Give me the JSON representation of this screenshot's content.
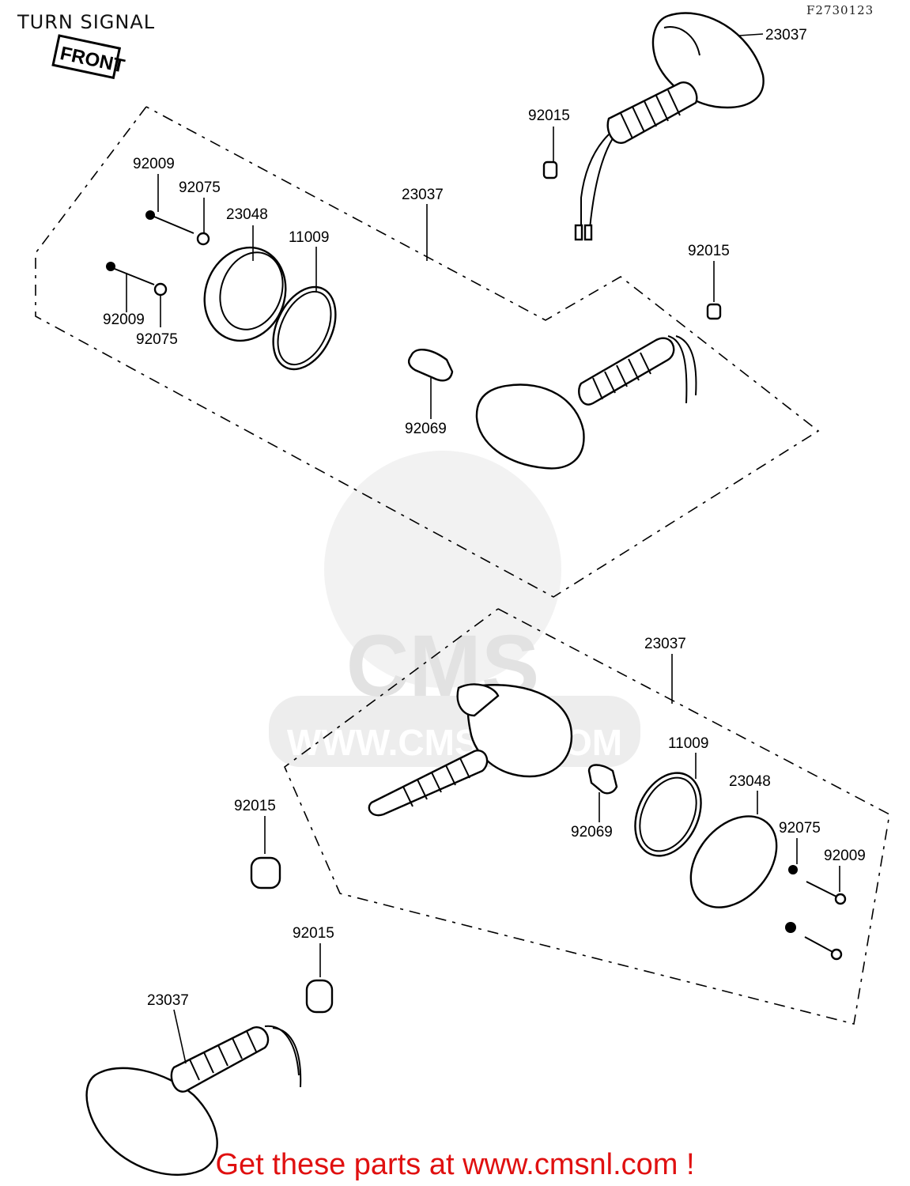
{
  "page": {
    "title": "TURN SIGNAL",
    "ref_code": "F2730123",
    "front_label": "FRONT",
    "watermark_text": "WWW.CMSNL.COM",
    "watermark_logo_text": "CMS",
    "promo_text": "Get these parts at www.cmsnl.com !",
    "promo_color": "#e01010"
  },
  "part_labels": [
    {
      "id": "top-right-signal",
      "number": "23037"
    },
    {
      "id": "top-right-grommet",
      "number": "92015"
    },
    {
      "id": "front-left-assembly",
      "number": "23037"
    },
    {
      "id": "front-left-screw-upper",
      "number": "92009"
    },
    {
      "id": "front-left-nut-upper",
      "number": "92075"
    },
    {
      "id": "front-left-lens",
      "number": "23048"
    },
    {
      "id": "front-left-gasket",
      "number": "11009"
    },
    {
      "id": "front-left-screw-lower",
      "number": "92009"
    },
    {
      "id": "front-left-nut-lower",
      "number": "92075"
    },
    {
      "id": "front-left-bulb",
      "number": "92069"
    },
    {
      "id": "front-left-grommet",
      "number": "92015"
    },
    {
      "id": "rear-assembly",
      "number": "23037"
    },
    {
      "id": "rear-gasket",
      "number": "11009"
    },
    {
      "id": "rear-lens",
      "number": "23048"
    },
    {
      "id": "rear-nut",
      "number": "92075"
    },
    {
      "id": "rear-screw",
      "number": "92009"
    },
    {
      "id": "rear-bulb",
      "number": "92069"
    },
    {
      "id": "rear-grommet-upper",
      "number": "92015"
    },
    {
      "id": "rear-grommet-lower",
      "number": "92015"
    },
    {
      "id": "bottom-left-signal",
      "number": "23037"
    }
  ]
}
